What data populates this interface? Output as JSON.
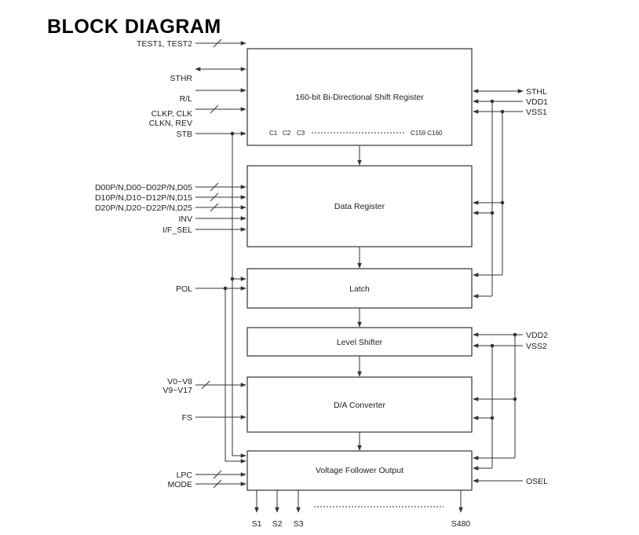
{
  "title": "BLOCK DIAGRAM",
  "blocks": {
    "shift_register": "160-bit Bi-Directional Shift Register",
    "data_register": "Data Register",
    "latch": "Latch",
    "level_shifter": "Level Shifter",
    "da_converter": "D/A Converter",
    "voltage_follower": "Voltage Follower Output"
  },
  "shift_taps": {
    "c1": "C1",
    "c2": "C2",
    "c3": "C3",
    "c159_c160": "C159 C160"
  },
  "left_signals": {
    "test": "TEST1, TEST2",
    "sthr": "STHR",
    "rl": "R/L",
    "clkp_clk": "CLKP, CLK",
    "clkn_rev": "CLKN, REV",
    "stb": "STB",
    "d0x": "D00P/N,D00~D02P/N,D05",
    "d1x": "D10P/N,D10~D12P/N,D15",
    "d2x": "D20P/N,D20~D22P/N,D25",
    "inv": "INV",
    "if_sel": "I/F_SEL",
    "pol": "POL",
    "v0_v8": "V0~V8",
    "v9_v17": "V9~V17",
    "fs": "FS",
    "lpc": "LPC",
    "mode": "MODE"
  },
  "right_signals": {
    "sthl": "STHL",
    "vdd1": "VDD1",
    "vss1": "VSS1",
    "vdd2": "VDD2",
    "vss2": "VSS2",
    "osel": "OSEL"
  },
  "outputs": {
    "s1": "S1",
    "s2": "S2",
    "s3": "S3",
    "s480": "S480"
  }
}
